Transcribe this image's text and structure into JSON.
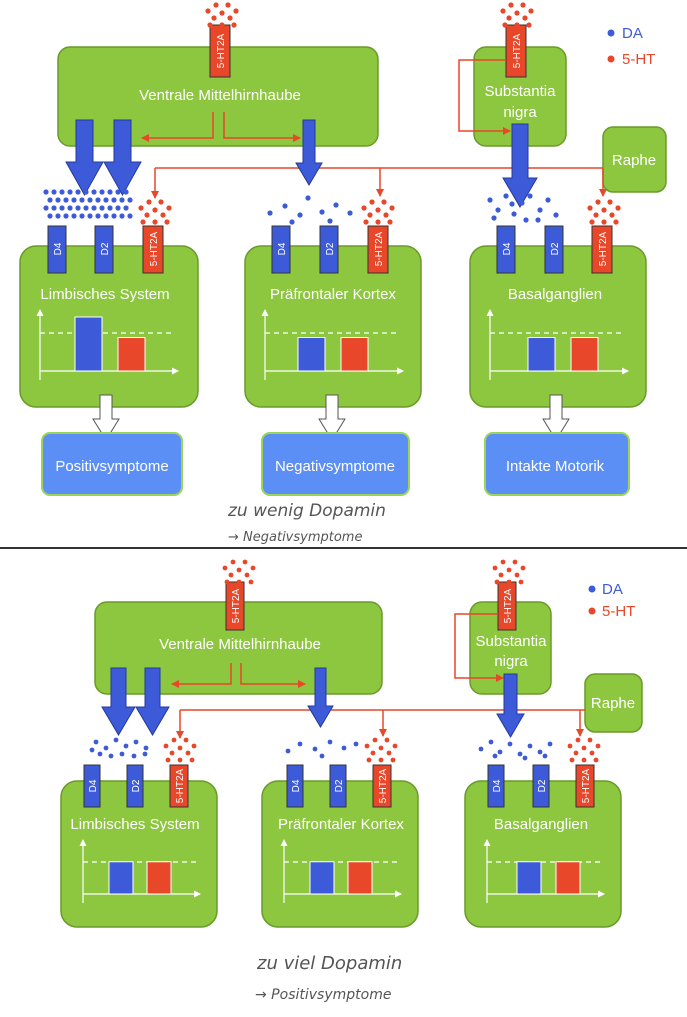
{
  "colors": {
    "green": "#8dc63f",
    "green_stroke": "#6a9a2a",
    "blue": "#3d5bd9",
    "red": "#e8472a",
    "output_blue": "#5b8ff5",
    "output_stroke": "#9ad45a",
    "divider": "#333333"
  },
  "legend": {
    "da_label": "DA",
    "ht_label": "5-HT"
  },
  "receptors": {
    "d4": "D4",
    "d2": "D2",
    "ht2a": "5-HT2A"
  },
  "source_labels": {
    "vta": "Ventrale Mittelhirnhaube",
    "substantia_line1": "Substantia",
    "substantia_line2": "nigra",
    "raphe": "Raphe"
  },
  "region_labels": {
    "limbic": "Limbisches System",
    "prefrontal": "Präfrontaler Kortex",
    "basal": "Basalganglien"
  },
  "top_panel": {
    "outputs": {
      "limbic": "Positivsymptome",
      "prefrontal": "Negativsymptome",
      "basal": "Intakte Motorik"
    },
    "note_line1": "zu wenig Dopamin",
    "note_line2": "→ Negativsymptome",
    "bar_levels": {
      "limbic": {
        "da": 1.0,
        "ht": 0.62
      },
      "prefrontal": {
        "da": 0.62,
        "ht": 0.62
      },
      "basal": {
        "da": 0.62,
        "ht": 0.62
      }
    }
  },
  "bottom_panel": {
    "note_line1": "zu viel Dopamin",
    "note_line2": "→ Positivsymptome",
    "bar_levels": {
      "limbic": {
        "da": 0.62,
        "ht": 0.62
      },
      "prefrontal": {
        "da": 0.62,
        "ht": 0.62
      },
      "basal": {
        "da": 0.62,
        "ht": 0.62
      }
    }
  }
}
